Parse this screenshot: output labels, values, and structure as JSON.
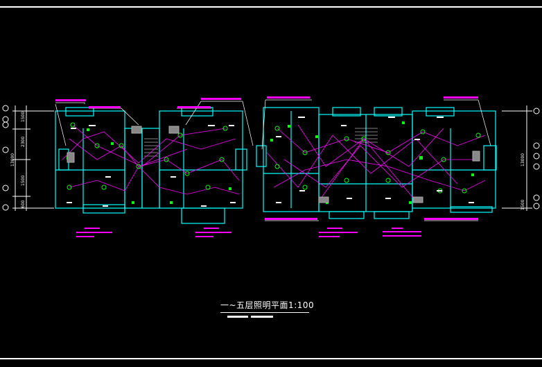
{
  "title": "一~五层照明平面1:100",
  "colors": {
    "background": "#000000",
    "wall": "#00ffff",
    "wiring": "#ff00ff",
    "fixture": "#00ff00",
    "annotation": "#ff00ff",
    "leader": "#ffffff",
    "frame": "#ffffff"
  },
  "left_dims": [
    "1500",
    "2300",
    "1500",
    "600"
  ],
  "left_total": "13000",
  "right_total": "13000",
  "right_small": "1500"
}
